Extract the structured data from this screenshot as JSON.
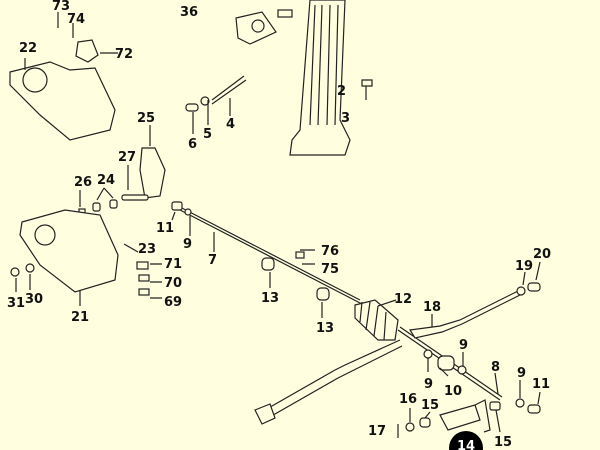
{
  "diagram": {
    "labels": [
      "73",
      "74",
      "36",
      "22",
      "72",
      "2",
      "3",
      "4",
      "5",
      "6",
      "25",
      "27",
      "26",
      "24",
      "11",
      "9",
      "7",
      "76",
      "75",
      "23",
      "71",
      "70",
      "69",
      "19",
      "20",
      "13",
      "31",
      "30",
      "21",
      "12",
      "18",
      "13",
      "9",
      "8",
      "9",
      "10",
      "9",
      "11",
      "16",
      "15",
      "17",
      "15",
      "14"
    ],
    "highlighted_part": "14",
    "colors": {
      "background": "#ffffe0",
      "ink": "#222222",
      "highlight": "#000000"
    }
  }
}
